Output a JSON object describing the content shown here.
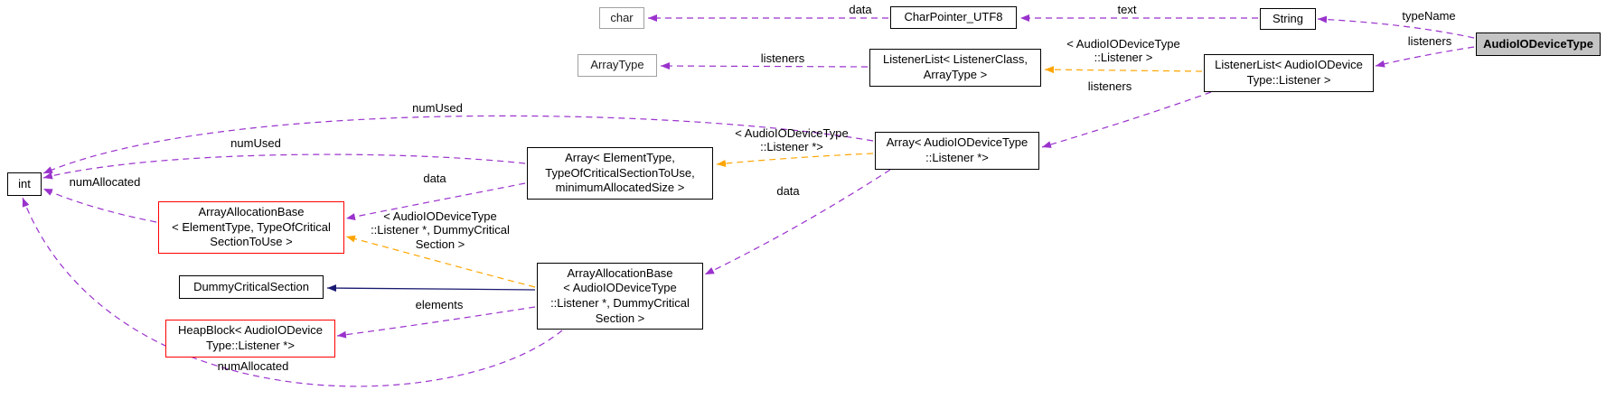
{
  "colors": {
    "usage_edge": "#9a32cd",
    "template_edge": "#ffa500",
    "inheritance_edge": "#191970",
    "focus_node_fill": "#c4c4c4",
    "alert_node_border": "#ff0000",
    "external_node_border": "#a0a0a0"
  },
  "nodes": {
    "char": {
      "label": "char"
    },
    "char_pointer_utf8": {
      "label": "CharPointer_UTF8"
    },
    "string": {
      "label": "String"
    },
    "audio_io_device_type": {
      "label": "AudioIODeviceType"
    },
    "array_type": {
      "label": "ArrayType"
    },
    "listener_list_generic": {
      "lines": [
        "ListenerList< ListenerClass,",
        "ArrayType >"
      ]
    },
    "listener_list_audio": {
      "lines": [
        "ListenerList< AudioIODevice",
        "Type::Listener >"
      ]
    },
    "array_audio": {
      "lines": [
        "Array< AudioIODeviceType",
        "::Listener *>"
      ]
    },
    "array_generic": {
      "lines": [
        "Array< ElementType,",
        "TypeOfCriticalSectionToUse,",
        "minimumAllocatedSize >"
      ]
    },
    "int": {
      "label": "int"
    },
    "array_allocation_base_generic": {
      "lines": [
        "ArrayAllocationBase",
        "< ElementType, TypeOfCritical",
        "SectionToUse >"
      ]
    },
    "dummy_critical_section": {
      "label": "DummyCriticalSection"
    },
    "array_allocation_base_audio": {
      "lines": [
        "ArrayAllocationBase",
        "< AudioIODeviceType",
        "::Listener *, DummyCritical",
        "Section >"
      ]
    },
    "heap_block": {
      "lines": [
        "HeapBlock< AudioIODevice",
        "Type::Listener *>"
      ]
    }
  },
  "labels": {
    "data_char": "data",
    "text": "text",
    "type_name": "typeName",
    "listeners_array_type": "listeners",
    "listeners_audio": "listeners",
    "listeners_member": "listeners",
    "num_used_audio": "numUsed",
    "num_used_generic": "numUsed",
    "num_allocated_generic": "numAllocated",
    "num_allocated_audio": "numAllocated",
    "data_generic": "data",
    "data_audio": "data",
    "elements": "elements"
  },
  "template_labels": {
    "listener": {
      "lines": [
        "< AudioIODeviceType",
        "::Listener >"
      ]
    },
    "listener_ptr": {
      "lines": [
        "< AudioIODeviceType",
        "::Listener *>"
      ]
    },
    "alloc": {
      "lines": [
        "< AudioIODeviceType",
        "::Listener *, DummyCritical",
        "Section >"
      ]
    }
  }
}
